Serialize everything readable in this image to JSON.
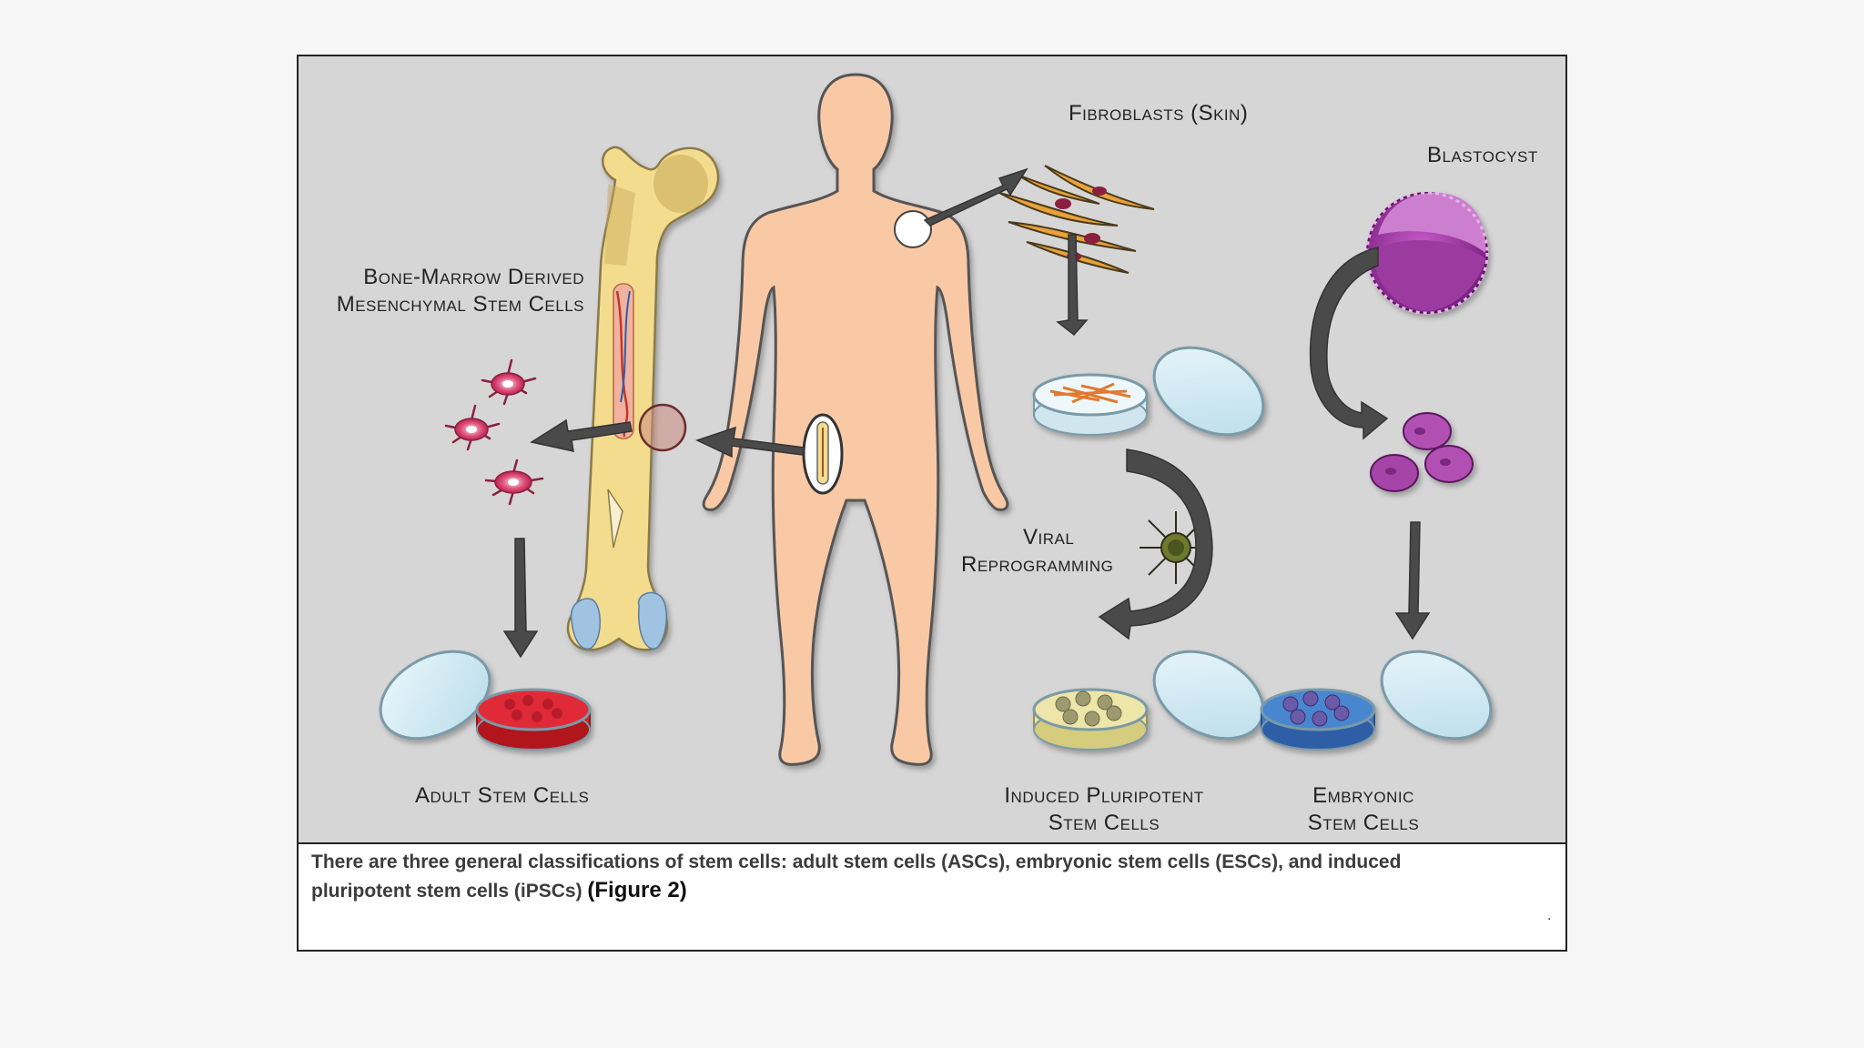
{
  "labels": {
    "fibroblasts": "Fibroblasts (Skin)",
    "blastocyst": "Blastocyst",
    "bone_marrow_line1": "Bone-Marrow Derived",
    "bone_marrow_line2": "Mesenchymal Stem Cells",
    "viral_line1": "Viral",
    "viral_line2": "Reprogramming",
    "adult": "Adult Stem Cells",
    "ipsc_line1": "Induced Pluripotent",
    "ipsc_line2": "Stem Cells",
    "embryonic_line1": "Embryonic",
    "embryonic_line2": "Stem Cells"
  },
  "caption": {
    "text": "There are three general classifications of stem cells: adult stem cells (ASCs), embryonic stem cells (ESCs), and induced pluripotent stem cells (iPSCs) ",
    "figure_ref": "(Figure 2)",
    "dot": "."
  },
  "colors": {
    "panel_bg": "#d7d6d7",
    "skin": "#f9c9a6",
    "bone": "#f4dc8e",
    "adult_culture": "#d8202e",
    "ipsc_culture": "#e8dd93",
    "esc_culture": "#3f79c4",
    "blastocyst": "#9b3aa0",
    "arrow": "#4a4a4a"
  }
}
